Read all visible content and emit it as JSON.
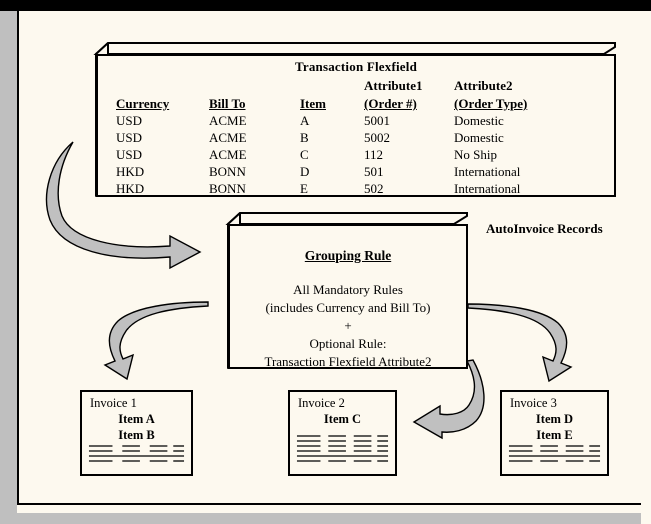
{
  "diagram": {
    "title": "AutoInvoice Grouping Rule Flow",
    "background_color": "#fdf9ef",
    "line_color": "#000000",
    "arrow_fill_color": "#c0c0c0",
    "frame_shadow_color": "#bfbfbf"
  },
  "transaction_box": {
    "title": "Transaction Flexfield",
    "headers": [
      {
        "line1": "",
        "line2": "Currency"
      },
      {
        "line1": "",
        "line2": "Bill To"
      },
      {
        "line1": "",
        "line2": "Item"
      },
      {
        "line1": "Attribute1",
        "line2": "(Order #)"
      },
      {
        "line1": "Attribute2",
        "line2": "(Order Type)"
      }
    ],
    "rows": [
      [
        "USD",
        "ACME",
        "A",
        "5001",
        "Domestic"
      ],
      [
        "USD",
        "ACME",
        "B",
        "5002",
        "Domestic"
      ],
      [
        "USD",
        "ACME",
        "C",
        "112",
        "No Ship"
      ],
      [
        "HKD",
        "BONN",
        "D",
        "501",
        "International"
      ],
      [
        "HKD",
        "BONN",
        "E",
        "502",
        "International"
      ]
    ]
  },
  "grouping_rule_box": {
    "title": "Grouping Rule",
    "lines": [
      "All Mandatory Rules",
      "(includes Currency and Bill To)",
      "+",
      "Optional Rule:",
      "Transaction Flexfield Attribute2"
    ]
  },
  "records_label": "AutoInvoice Records",
  "invoices": [
    {
      "title": "Invoice 1",
      "items": [
        "Item A",
        "Item B"
      ],
      "ruled_line_rows": 3
    },
    {
      "title": "Invoice 2",
      "items": [
        "Item C"
      ],
      "ruled_line_rows": 5
    },
    {
      "title": "Invoice 3",
      "items": [
        "Item D",
        "Item E"
      ],
      "ruled_line_rows": 3
    }
  ],
  "arrows": [
    {
      "name": "transaction-to-grouping-rule",
      "from": "Transaction Flexfield",
      "to": "Grouping Rule",
      "direction": "down-right"
    },
    {
      "name": "grouping-rule-to-invoice-1",
      "from": "Grouping Rule",
      "to": "Invoice 1",
      "direction": "down-left"
    },
    {
      "name": "grouping-rule-to-invoice-2",
      "from": "Grouping Rule",
      "to": "Invoice 2",
      "direction": "down-left"
    },
    {
      "name": "grouping-rule-to-invoice-3",
      "from": "Grouping Rule",
      "to": "Invoice 3",
      "direction": "down-right"
    }
  ]
}
